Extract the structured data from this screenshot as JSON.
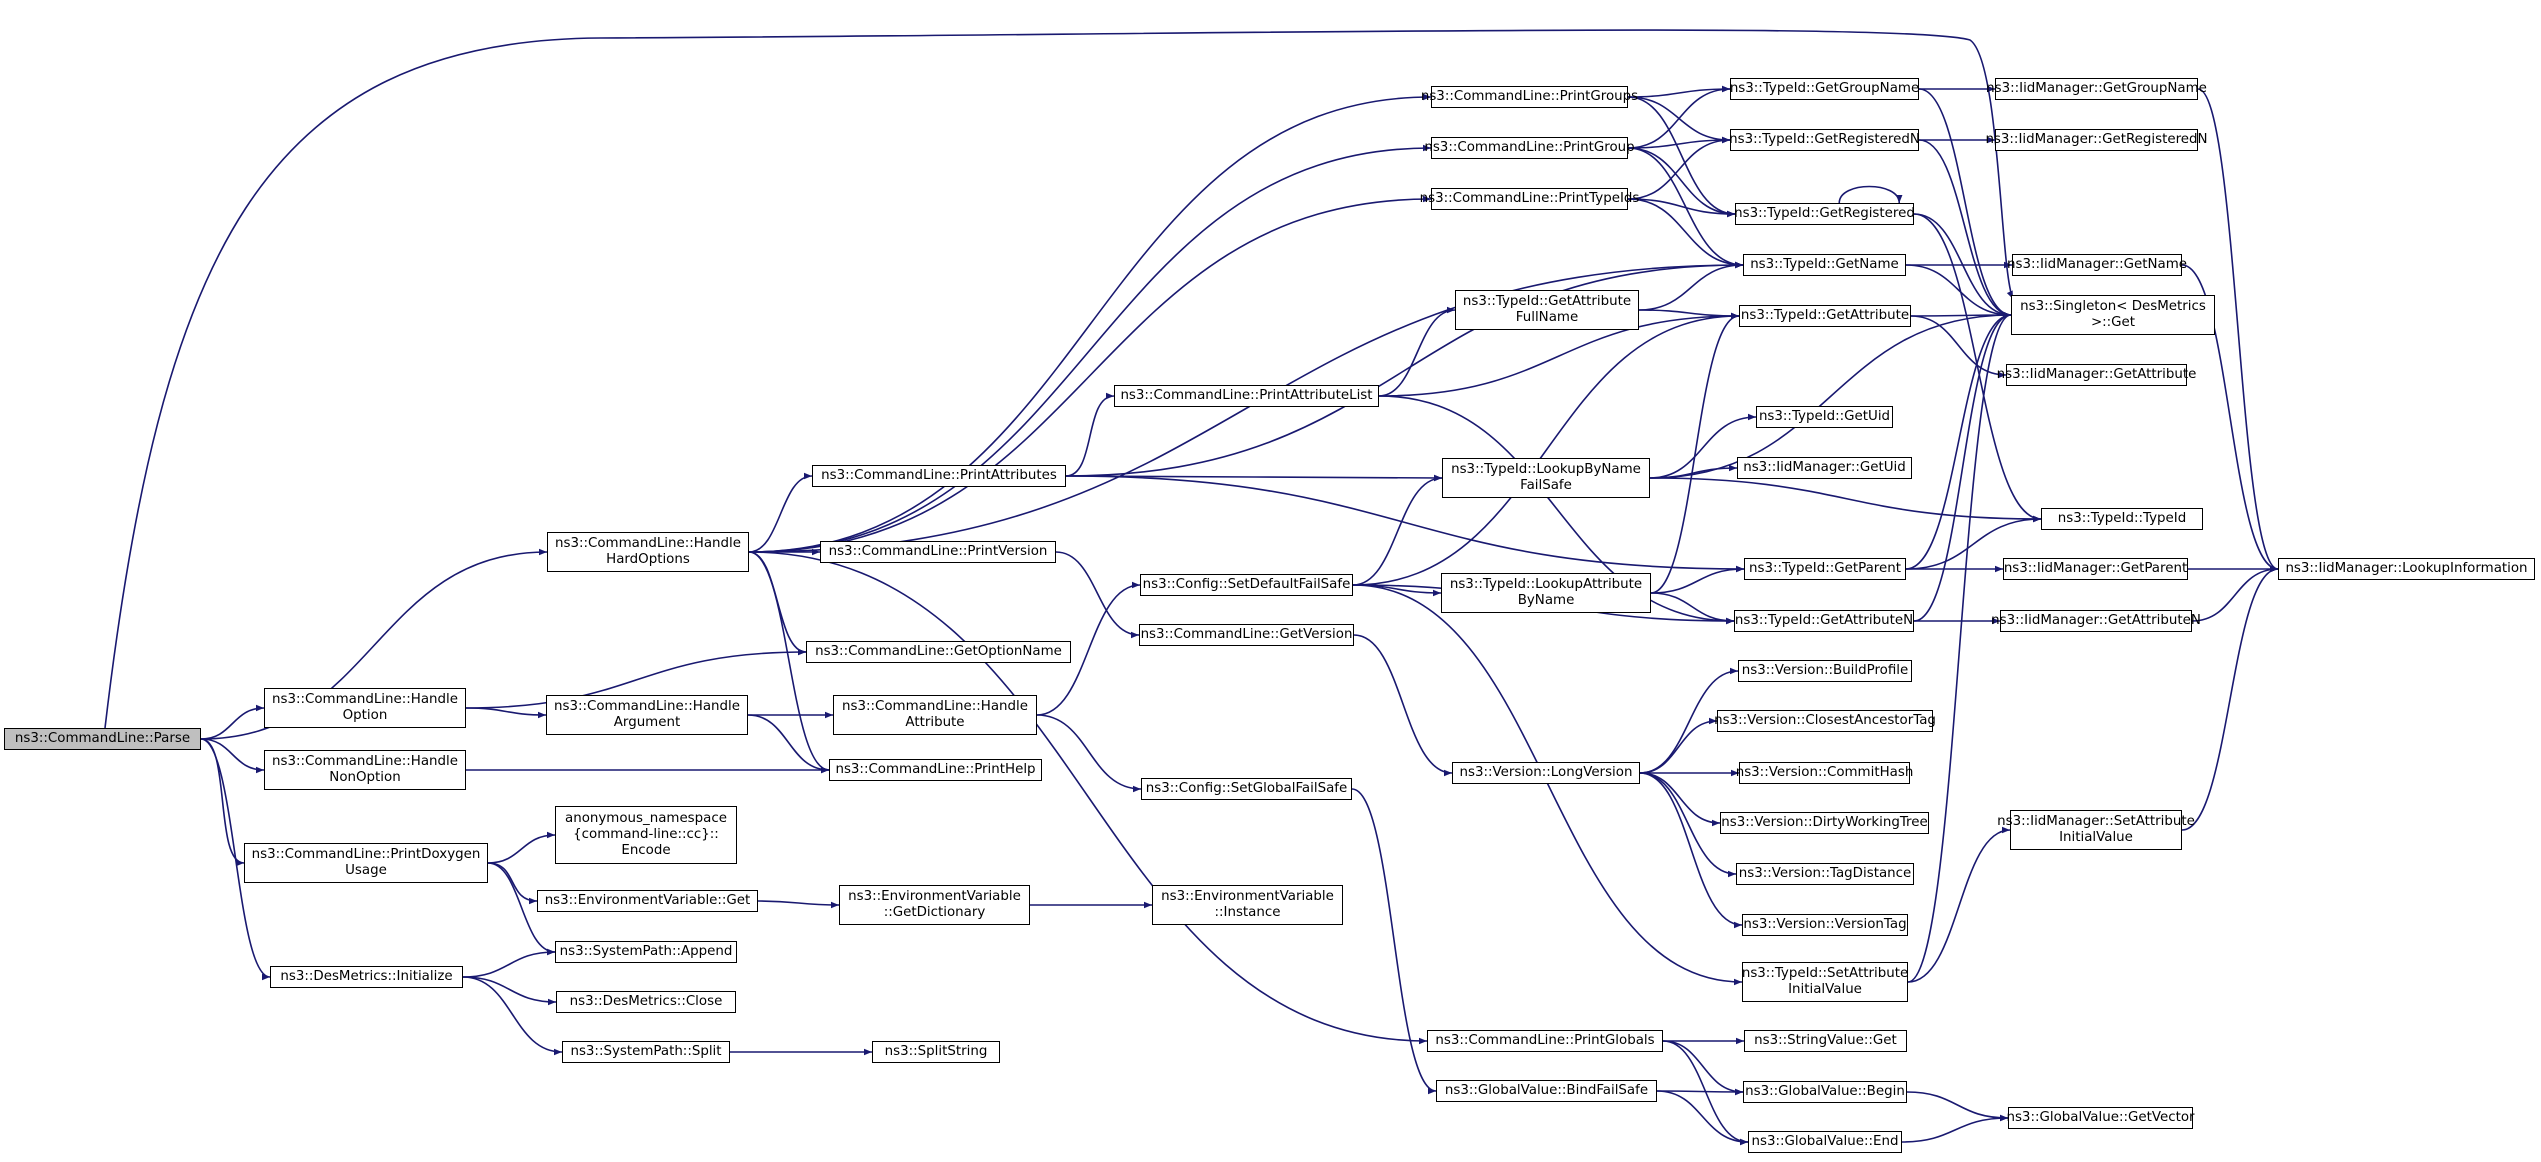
{
  "colors": {
    "edge": "#191970",
    "node_border": "#000000",
    "root_fill": "#bfbfbf",
    "node_fill": "#ffffff"
  },
  "nodes": {
    "parse": "ns3::CommandLine::Parse",
    "handle_hard_options": "ns3::CommandLine::Handle\nHardOptions",
    "handle_option": "ns3::CommandLine::Handle\nOption",
    "handle_non_option": "ns3::CommandLine::Handle\nNonOption",
    "print_doxygen_usage": "ns3::CommandLine::PrintDoxygen\nUsage",
    "desmetrics_initialize": "ns3::DesMetrics::Initialize",
    "print_attributes": "ns3::CommandLine::PrintAttributes",
    "print_version": "ns3::CommandLine::PrintVersion",
    "get_option_name": "ns3::CommandLine::GetOptionName",
    "handle_argument": "ns3::CommandLine::Handle\nArgument",
    "print_help": "ns3::CommandLine::PrintHelp",
    "encode": "anonymous_namespace\n{command-line::cc}::\nEncode",
    "envvar_get": "ns3::EnvironmentVariable::Get",
    "systempath_append": "ns3::SystemPath::Append",
    "desmetrics_close": "ns3::DesMetrics::Close",
    "systempath_split": "ns3::SystemPath::Split",
    "print_groups": "ns3::CommandLine::PrintGroups",
    "print_group": "ns3::CommandLine::PrintGroup",
    "print_typeids": "ns3::CommandLine::PrintTypeIds",
    "print_attribute_list": "ns3::CommandLine::PrintAttributeList",
    "config_set_default_failsafe": "ns3::Config::SetDefaultFailSafe",
    "get_version": "ns3::CommandLine::GetVersion",
    "handle_attribute": "ns3::CommandLine::Handle\nAttribute",
    "config_set_global_failsafe": "ns3::Config::SetGlobalFailSafe",
    "envvar_get_dictionary": "ns3::EnvironmentVariable\n::GetDictionary",
    "split_string": "ns3::SplitString",
    "print_globals": "ns3::CommandLine::PrintGlobals",
    "globalvalue_bind_failsafe": "ns3::GlobalValue::BindFailSafe",
    "typeid_get_attribute_fullname": "ns3::TypeId::GetAttribute\nFullName",
    "typeid_lookup_by_name_failsafe": "ns3::TypeId::LookupByName\nFailSafe",
    "typeid_lookup_attribute_by_name": "ns3::TypeId::LookupAttribute\nByName",
    "version_long_version": "ns3::Version::LongVersion",
    "envvar_instance": "ns3::EnvironmentVariable\n::Instance",
    "typeid_get_group_name": "ns3::TypeId::GetGroupName",
    "typeid_get_registered_n": "ns3::TypeId::GetRegisteredN",
    "typeid_get_registered": "ns3::TypeId::GetRegistered",
    "typeid_get_name": "ns3::TypeId::GetName",
    "typeid_get_attribute": "ns3::TypeId::GetAttribute",
    "typeid_get_uid": "ns3::TypeId::GetUid",
    "iid_get_uid": "ns3::IidManager::GetUid",
    "typeid_get_parent": "ns3::TypeId::GetParent",
    "typeid_get_attribute_n": "ns3::TypeId::GetAttributeN",
    "version_build_profile": "ns3::Version::BuildProfile",
    "version_closest_ancestor_tag": "ns3::Version::ClosestAncestorTag",
    "version_commit_hash": "ns3::Version::CommitHash",
    "version_dirty_working_tree": "ns3::Version::DirtyWorkingTree",
    "version_tag_distance": "ns3::Version::TagDistance",
    "version_version_tag": "ns3::Version::VersionTag",
    "typeid_set_attribute_initial_value": "ns3::TypeId::SetAttribute\nInitialValue",
    "stringvalue_get": "ns3::StringValue::Get",
    "globalvalue_begin": "ns3::GlobalValue::Begin",
    "globalvalue_end": "ns3::GlobalValue::End",
    "iid_get_group_name": "ns3::IidManager::GetGroupName",
    "iid_get_registered_n": "ns3::IidManager::GetRegisteredN",
    "iid_get_name": "ns3::IidManager::GetName",
    "singleton_get": "ns3::Singleton< DesMetrics\n>::Get",
    "iid_get_attribute": "ns3::IidManager::GetAttribute",
    "typeid_typeid": "ns3::TypeId::TypeId",
    "iid_get_parent": "ns3::IidManager::GetParent",
    "iid_get_attribute_n": "ns3::IidManager::GetAttributeN",
    "iid_set_attribute_initial_value": "ns3::IidManager::SetAttribute\nInitialValue",
    "globalvalue_get_vector": "ns3::GlobalValue::GetVector",
    "iid_lookup_information": "ns3::IidManager::LookupInformation"
  },
  "edges": [
    [
      "parse",
      "handle_hard_options"
    ],
    [
      "parse",
      "handle_option"
    ],
    [
      "parse",
      "handle_non_option"
    ],
    [
      "parse",
      "print_doxygen_usage"
    ],
    [
      "parse",
      "desmetrics_initialize"
    ],
    [
      "parse",
      "singleton_get"
    ],
    [
      "handle_hard_options",
      "print_attributes"
    ],
    [
      "handle_hard_options",
      "print_version"
    ],
    [
      "handle_hard_options",
      "get_option_name"
    ],
    [
      "handle_hard_options",
      "print_help"
    ],
    [
      "handle_hard_options",
      "print_groups"
    ],
    [
      "handle_hard_options",
      "print_group"
    ],
    [
      "handle_hard_options",
      "print_typeids"
    ],
    [
      "handle_hard_options",
      "typeid_get_name"
    ],
    [
      "handle_hard_options",
      "print_globals"
    ],
    [
      "handle_option",
      "get_option_name"
    ],
    [
      "handle_option",
      "handle_argument"
    ],
    [
      "handle_non_option",
      "print_help"
    ],
    [
      "print_doxygen_usage",
      "encode"
    ],
    [
      "print_doxygen_usage",
      "envvar_get"
    ],
    [
      "print_doxygen_usage",
      "systempath_append"
    ],
    [
      "desmetrics_initialize",
      "systempath_append"
    ],
    [
      "desmetrics_initialize",
      "desmetrics_close"
    ],
    [
      "desmetrics_initialize",
      "systempath_split"
    ],
    [
      "handle_argument",
      "handle_attribute"
    ],
    [
      "handle_argument",
      "print_help"
    ],
    [
      "handle_attribute",
      "config_set_default_failsafe"
    ],
    [
      "handle_attribute",
      "config_set_global_failsafe"
    ],
    [
      "envvar_get",
      "envvar_get_dictionary"
    ],
    [
      "envvar_get_dictionary",
      "envvar_instance"
    ],
    [
      "systempath_split",
      "split_string"
    ],
    [
      "print_attributes",
      "print_attribute_list"
    ],
    [
      "print_attributes",
      "typeid_get_name"
    ],
    [
      "print_attributes",
      "typeid_lookup_by_name_failsafe"
    ],
    [
      "print_attributes",
      "typeid_get_parent"
    ],
    [
      "print_version",
      "get_version"
    ],
    [
      "get_version",
      "version_long_version"
    ],
    [
      "print_attribute_list",
      "typeid_get_attribute_fullname"
    ],
    [
      "print_attribute_list",
      "typeid_get_attribute"
    ],
    [
      "print_attribute_list",
      "typeid_get_attribute_n"
    ],
    [
      "config_set_default_failsafe",
      "typeid_lookup_by_name_failsafe"
    ],
    [
      "config_set_default_failsafe",
      "typeid_lookup_attribute_by_name"
    ],
    [
      "config_set_default_failsafe",
      "typeid_get_attribute"
    ],
    [
      "config_set_default_failsafe",
      "typeid_set_attribute_initial_value"
    ],
    [
      "config_set_default_failsafe",
      "typeid_get_attribute_n"
    ],
    [
      "config_set_global_failsafe",
      "globalvalue_bind_failsafe"
    ],
    [
      "print_globals",
      "stringvalue_get"
    ],
    [
      "print_globals",
      "globalvalue_begin"
    ],
    [
      "print_globals",
      "globalvalue_end"
    ],
    [
      "globalvalue_bind_failsafe",
      "globalvalue_begin"
    ],
    [
      "globalvalue_bind_failsafe",
      "globalvalue_end"
    ],
    [
      "print_groups",
      "typeid_get_group_name"
    ],
    [
      "print_groups",
      "typeid_get_registered_n"
    ],
    [
      "print_groups",
      "typeid_get_registered"
    ],
    [
      "print_group",
      "typeid_get_group_name"
    ],
    [
      "print_group",
      "typeid_get_registered_n"
    ],
    [
      "print_group",
      "typeid_get_registered"
    ],
    [
      "print_group",
      "typeid_get_name"
    ],
    [
      "print_typeids",
      "typeid_get_registered_n"
    ],
    [
      "print_typeids",
      "typeid_get_registered"
    ],
    [
      "print_typeids",
      "typeid_get_name"
    ],
    [
      "typeid_get_attribute_fullname",
      "typeid_get_name"
    ],
    [
      "typeid_get_attribute_fullname",
      "typeid_get_attribute"
    ],
    [
      "typeid_lookup_by_name_failsafe",
      "typeid_get_uid"
    ],
    [
      "typeid_lookup_by_name_failsafe",
      "iid_get_uid"
    ],
    [
      "typeid_lookup_by_name_failsafe",
      "typeid_typeid"
    ],
    [
      "typeid_lookup_by_name_failsafe",
      "singleton_get"
    ],
    [
      "typeid_lookup_attribute_by_name",
      "typeid_get_parent"
    ],
    [
      "typeid_lookup_attribute_by_name",
      "typeid_get_attribute_n"
    ],
    [
      "typeid_lookup_attribute_by_name",
      "typeid_get_attribute"
    ],
    [
      "version_long_version",
      "version_build_profile"
    ],
    [
      "version_long_version",
      "version_closest_ancestor_tag"
    ],
    [
      "version_long_version",
      "version_commit_hash"
    ],
    [
      "version_long_version",
      "version_dirty_working_tree"
    ],
    [
      "version_long_version",
      "version_tag_distance"
    ],
    [
      "version_long_version",
      "version_version_tag"
    ],
    [
      "typeid_get_group_name",
      "iid_get_group_name"
    ],
    [
      "typeid_get_group_name",
      "singleton_get"
    ],
    [
      "typeid_get_registered_n",
      "iid_get_registered_n"
    ],
    [
      "typeid_get_registered_n",
      "singleton_get"
    ],
    [
      "typeid_get_registered",
      "typeid_get_registered"
    ],
    [
      "typeid_get_registered",
      "singleton_get"
    ],
    [
      "typeid_get_registered",
      "typeid_typeid"
    ],
    [
      "typeid_get_name",
      "iid_get_name"
    ],
    [
      "typeid_get_name",
      "singleton_get"
    ],
    [
      "typeid_get_attribute",
      "singleton_get"
    ],
    [
      "typeid_get_attribute",
      "iid_get_attribute"
    ],
    [
      "typeid_get_parent",
      "iid_get_parent"
    ],
    [
      "typeid_get_parent",
      "typeid_typeid"
    ],
    [
      "typeid_get_parent",
      "singleton_get"
    ],
    [
      "typeid_get_attribute_n",
      "iid_get_attribute_n"
    ],
    [
      "typeid_get_attribute_n",
      "singleton_get"
    ],
    [
      "typeid_set_attribute_initial_value",
      "iid_set_attribute_initial_value"
    ],
    [
      "typeid_set_attribute_initial_value",
      "singleton_get"
    ],
    [
      "globalvalue_begin",
      "globalvalue_get_vector"
    ],
    [
      "globalvalue_end",
      "globalvalue_get_vector"
    ],
    [
      "iid_get_group_name",
      "iid_lookup_information"
    ],
    [
      "iid_get_name",
      "iid_lookup_information"
    ],
    [
      "iid_get_parent",
      "iid_lookup_information"
    ],
    [
      "iid_get_attribute_n",
      "iid_lookup_information"
    ],
    [
      "iid_set_attribute_initial_value",
      "iid_lookup_information"
    ]
  ]
}
